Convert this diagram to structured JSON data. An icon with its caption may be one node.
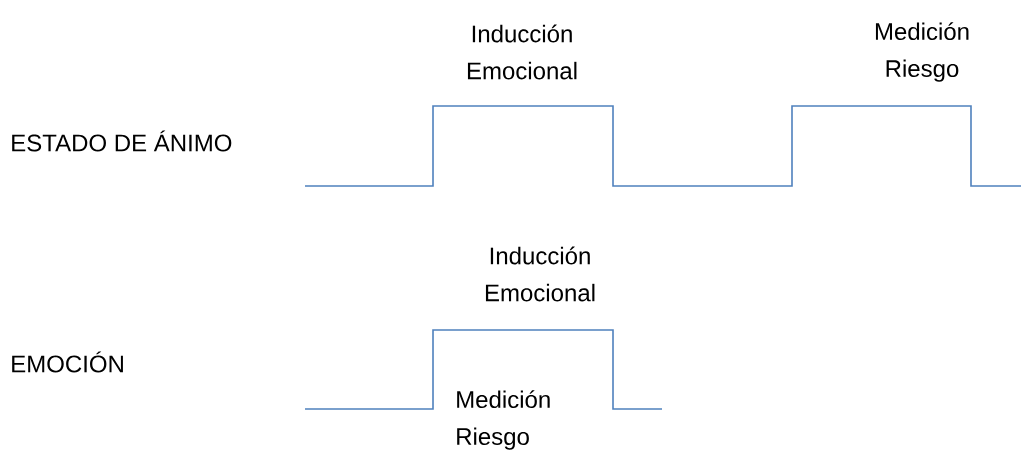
{
  "diagram": {
    "labels": [
      "Inducción Emocional",
      "Medición Riesgo",
      "ESTADO DE ÁNIMO",
      "Inducción Emocional",
      "EMOCIÓN",
      "Medición Riesgo"
    ]
  }
}
